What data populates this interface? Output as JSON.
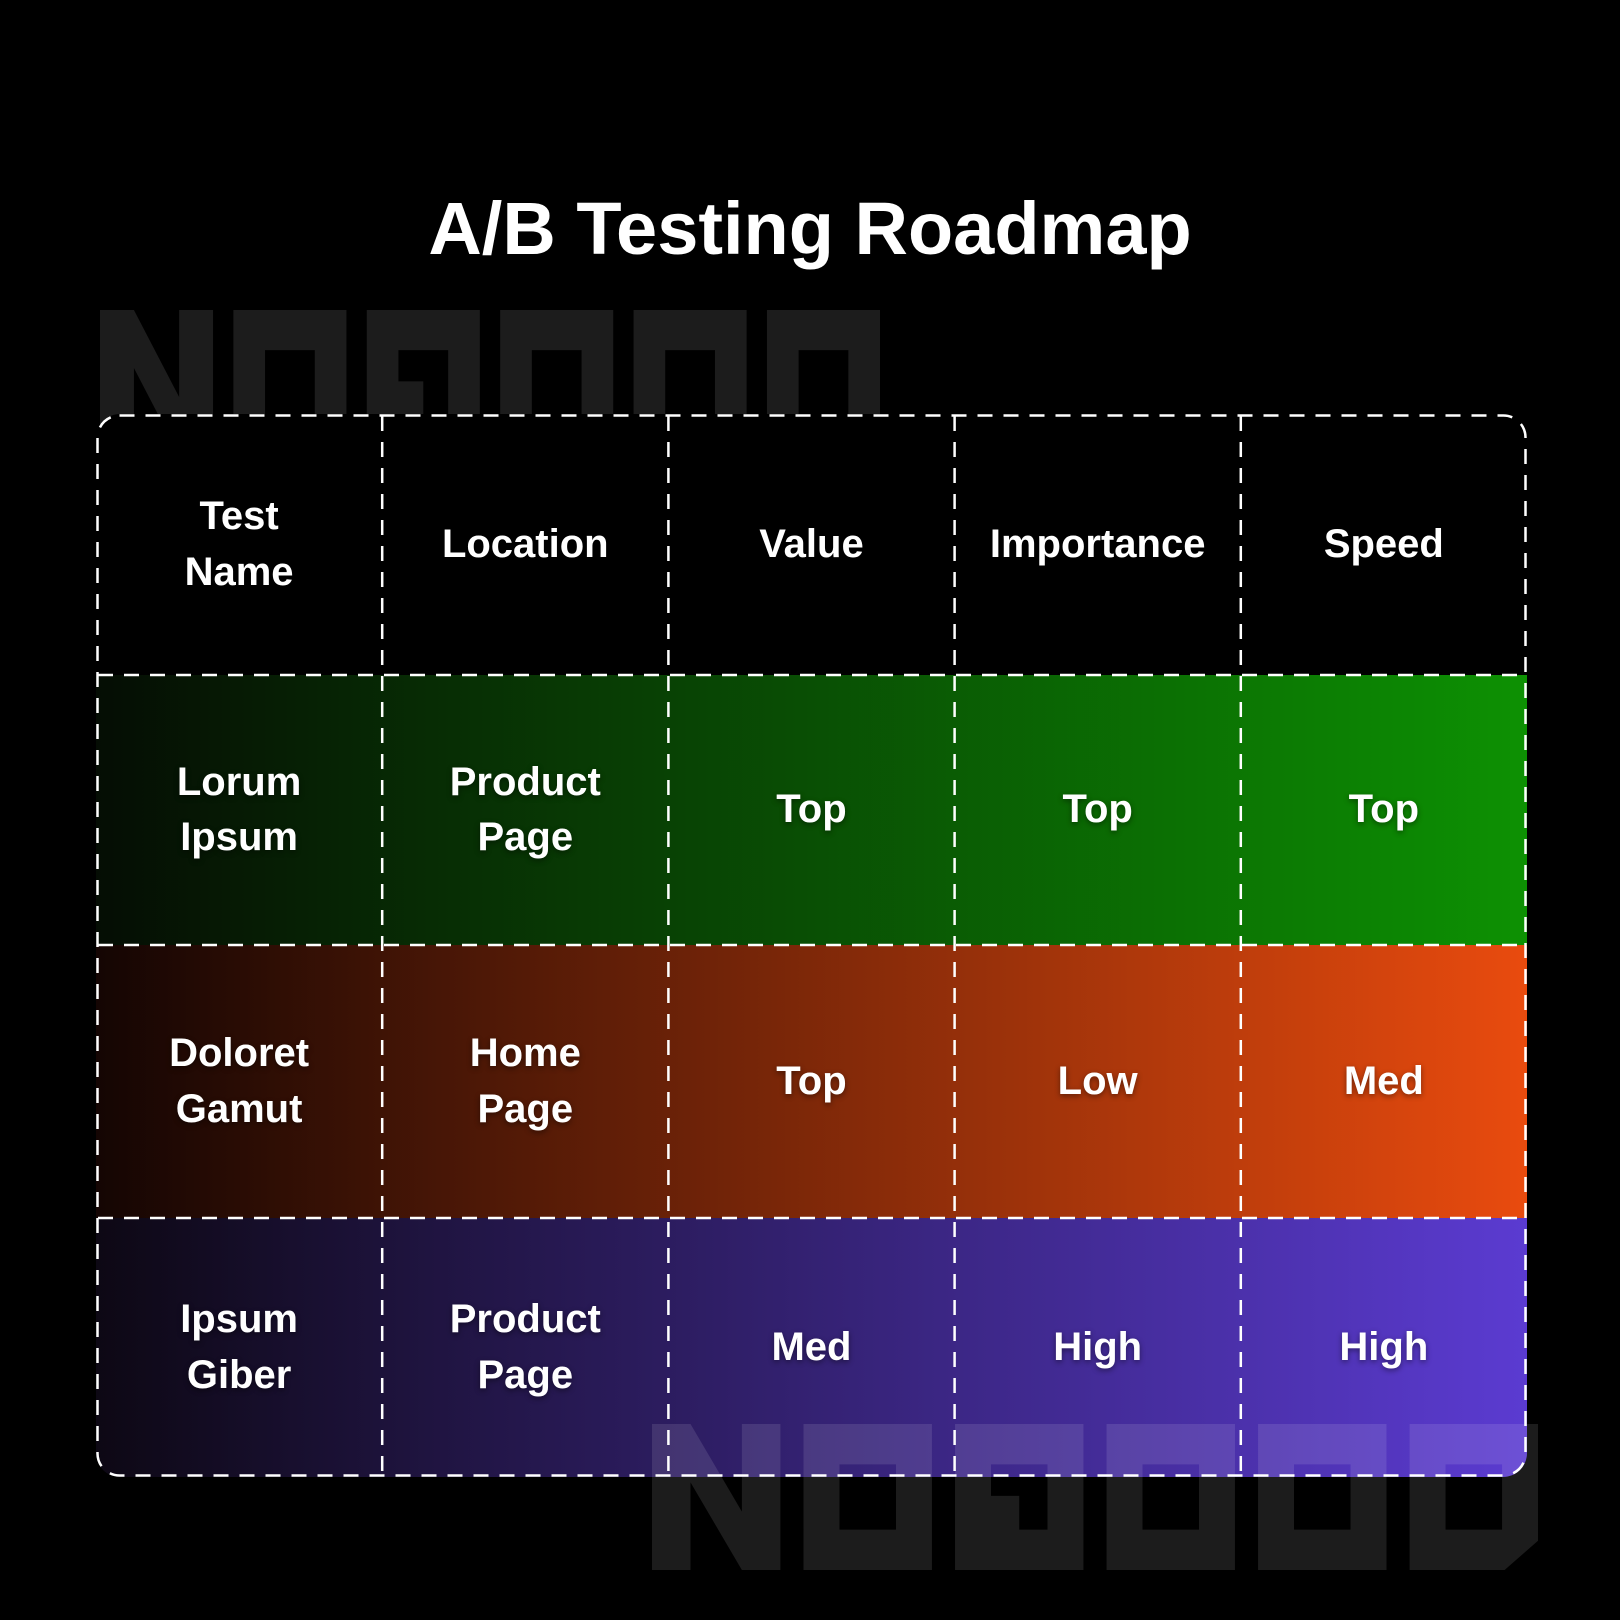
{
  "title": "A/B Testing Roadmap",
  "watermark": {
    "text": "NOGOOD"
  },
  "table": {
    "columns": [
      "Test\nName",
      "Location",
      "Value",
      "Importance",
      "Speed"
    ],
    "rows": [
      {
        "cells": [
          "Lorum\nIpsum",
          "Product\nPage",
          "Top",
          "Top",
          "Top"
        ],
        "gradient": {
          "from": "#050D04",
          "to": "#0D9103"
        }
      },
      {
        "cells": [
          "Doloret\nGamut",
          "Home\nPage",
          "Top",
          "Low",
          "Med"
        ],
        "gradient": {
          "from": "#140503",
          "to": "#E94B0E"
        }
      },
      {
        "cells": [
          "Ipsum\nGiber",
          "Product\nPage",
          "Med",
          "High",
          "High"
        ],
        "gradient": {
          "from": "#0D0814",
          "to": "#5B3BD1"
        }
      }
    ],
    "header_bg": "#000000",
    "border_color": "#FFFFFF"
  },
  "chart_data": {
    "type": "table",
    "title": "A/B Testing Roadmap",
    "columns": [
      "Test Name",
      "Location",
      "Value",
      "Importance",
      "Speed"
    ],
    "rows": [
      [
        "Lorum Ipsum",
        "Product Page",
        "Top",
        "Top",
        "Top"
      ],
      [
        "Doloret Gamut",
        "Home Page",
        "Top",
        "Low",
        "Med"
      ],
      [
        "Ipsum Giber",
        "Product Page",
        "Med",
        "High",
        "High"
      ]
    ],
    "row_accent_colors": [
      "#0D9103",
      "#E94B0E",
      "#5B3BD1"
    ],
    "background": "#000000",
    "layout": "header row black; data rows horizontal dark-to-color gradients; white dashed grid borders"
  }
}
